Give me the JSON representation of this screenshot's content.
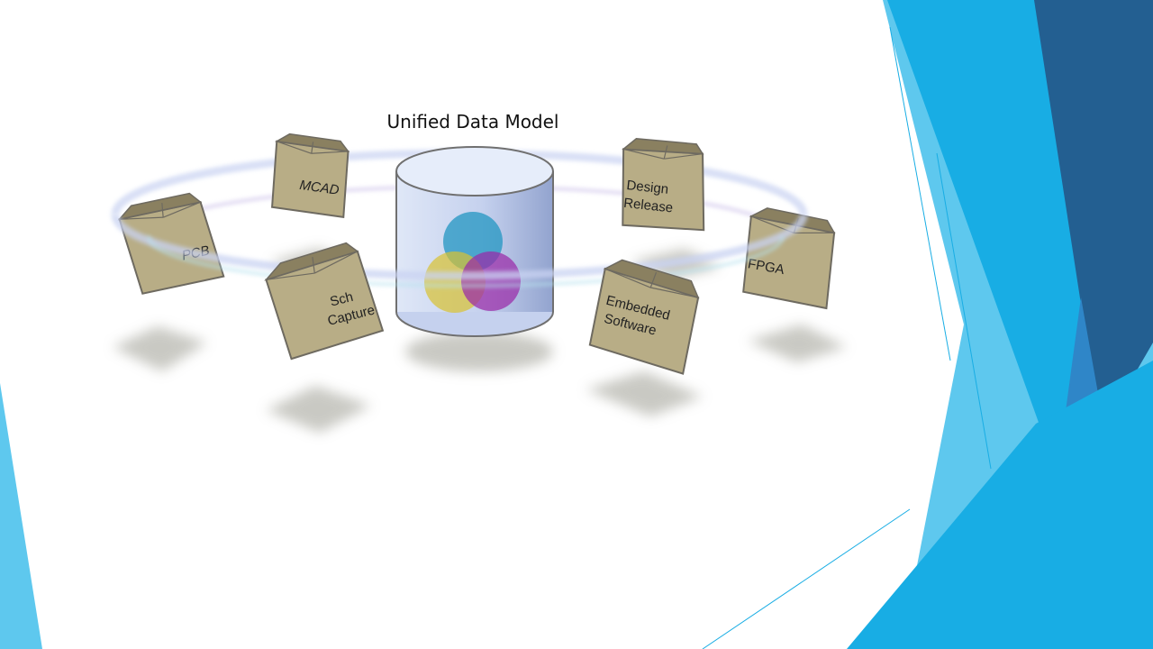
{
  "diagram": {
    "title": "Unified Data Model",
    "modules": {
      "pcb": "PCB",
      "mcad": "MCAD",
      "sch_capture_line1": "Sch",
      "sch_capture_line2": "Capture",
      "design_release_line1": "Design",
      "design_release_line2": "Release",
      "fpga": "FPGA",
      "embedded_line1": "Embedded",
      "embedded_line2": "Software"
    }
  },
  "colors": {
    "accent_light": "#5ec8ee",
    "accent_mid": "#18ade4",
    "accent_dark": "#235f91",
    "accent_blue": "#2f86c8",
    "cube_face": "#b8ad86",
    "cube_dark": "#8a8060",
    "cube_outline": "#6e6a60",
    "ring": "#c9d3f2"
  }
}
